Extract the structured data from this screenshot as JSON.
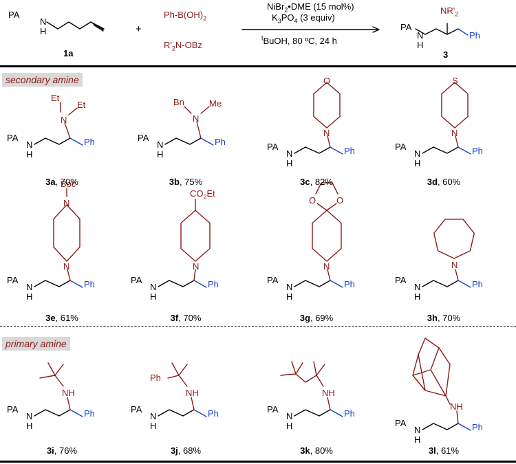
{
  "header": {
    "substrate_pa": "PA",
    "substrate_n": "N",
    "substrate_h": "H",
    "substrate_label": "1a",
    "plus": "+",
    "reagent_boronic": "Ph-B(OH)",
    "reagent_boronic_sub": "2",
    "reagent_amine": "R'",
    "reagent_amine_sub": "2",
    "reagent_amine_tail": "N-OBz",
    "cond_line1_a": "NiBr",
    "cond_line1_sub": "2",
    "cond_line1_b": "•DME (15 mol%)",
    "cond_line2_a": "K",
    "cond_line2_sub1": "3",
    "cond_line2_b": "PO",
    "cond_line2_sub2": "4",
    "cond_line2_c": " (3 equiv)",
    "cond_line3_sup": "t",
    "cond_line3_a": "BuOH, 80 ºC, 24 h",
    "product_nr": "NR'",
    "product_nr_sub": "2",
    "product_pa": "PA",
    "product_n": "N",
    "product_h": "H",
    "product_ph": "Ph",
    "product_label": "3"
  },
  "sections": {
    "secondary": "secondary amine",
    "primary": "primary amine"
  },
  "atoms": {
    "pa": "PA",
    "n": "N",
    "h": "H",
    "nh": "NH",
    "ph": "Ph",
    "et": "Et",
    "bn": "Bn",
    "me": "Me",
    "o": "O",
    "s": "S",
    "boc": "Boc",
    "co2et_a": "CO",
    "co2et_sub": "2",
    "co2et_b": "Et"
  },
  "compounds": [
    {
      "id": "3a",
      "yield": ", 70%"
    },
    {
      "id": "3b",
      "yield": ", 75%"
    },
    {
      "id": "3c",
      "yield": ", 82%"
    },
    {
      "id": "3d",
      "yield": ", 60%"
    },
    {
      "id": "3e",
      "yield": ", 61%"
    },
    {
      "id": "3f",
      "yield": ", 70%"
    },
    {
      "id": "3g",
      "yield": ", 69%"
    },
    {
      "id": "3h",
      "yield": ", 70%"
    },
    {
      "id": "3i",
      "yield": ", 76%"
    },
    {
      "id": "3j",
      "yield": ", 68%"
    },
    {
      "id": "3k",
      "yield": ", 80%"
    },
    {
      "id": "3l",
      "yield": ", 61%"
    }
  ],
  "colors": {
    "amine_red": "#8b1a1a",
    "aryl_blue": "#1a3fd0",
    "section_bg": "#d9d9d9"
  }
}
